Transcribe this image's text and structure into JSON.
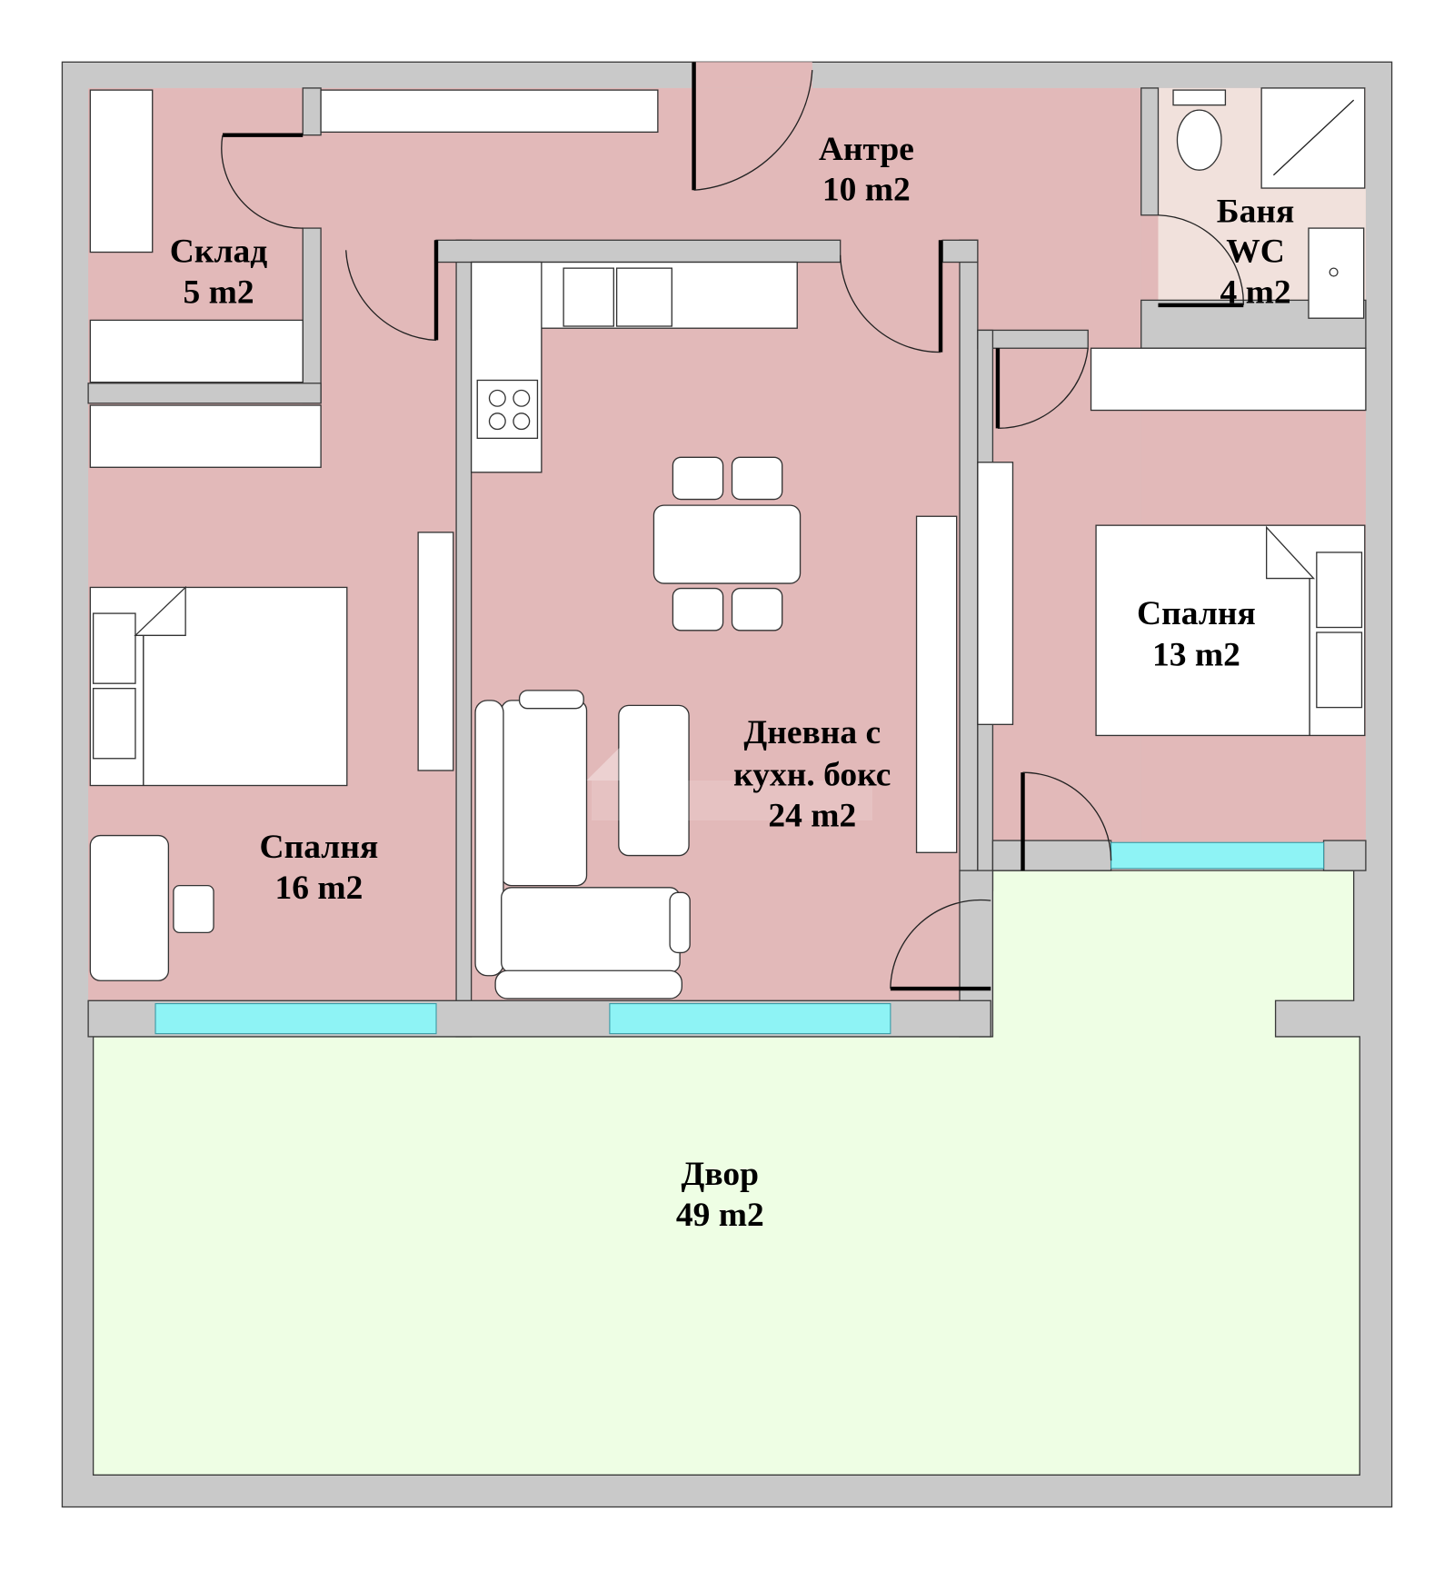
{
  "colors": {
    "room": "#e2b9b9",
    "bath": "#f1e1dc",
    "yard": "#eefee4",
    "wall": "#c9c9c9",
    "window": "#8ef3f5"
  },
  "rooms": [
    {
      "id": "storage",
      "name": "Склад",
      "area": "5 m2"
    },
    {
      "id": "hall",
      "name": "Антре",
      "area": "10 m2"
    },
    {
      "id": "bath",
      "name": "Баня",
      "name2": "WC",
      "area": "4 m2"
    },
    {
      "id": "living",
      "name": "Дневна с",
      "name2": "кухн. бокс",
      "area": "24 m2"
    },
    {
      "id": "bedroom1",
      "name": "Спалня",
      "area": "16 m2"
    },
    {
      "id": "bedroom2",
      "name": "Спалня",
      "area": "13 m2"
    },
    {
      "id": "yard",
      "name": "Двор",
      "area": "49 m2"
    }
  ]
}
